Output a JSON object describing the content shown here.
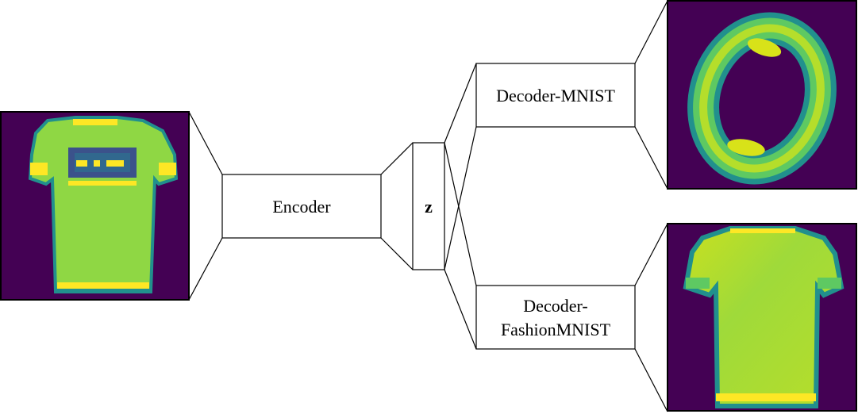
{
  "diagram": {
    "encoder_label": "Encoder",
    "latent_label": "z",
    "decoder_mnist_label": "Decoder-MNIST",
    "decoder_fashion_label_line1": "Decoder-",
    "decoder_fashion_label_line2": "FashionMNIST"
  },
  "images": {
    "input": "fashion-mnist-tshirt-input",
    "output_mnist": "mnist-digit-zero-output",
    "output_fashion": "fashion-mnist-tshirt-output"
  },
  "colors": {
    "background_dark": "#440154",
    "mid_teal": "#21908d",
    "green": "#5ec962",
    "light_green": "#8fd744",
    "yellow": "#fde725"
  }
}
